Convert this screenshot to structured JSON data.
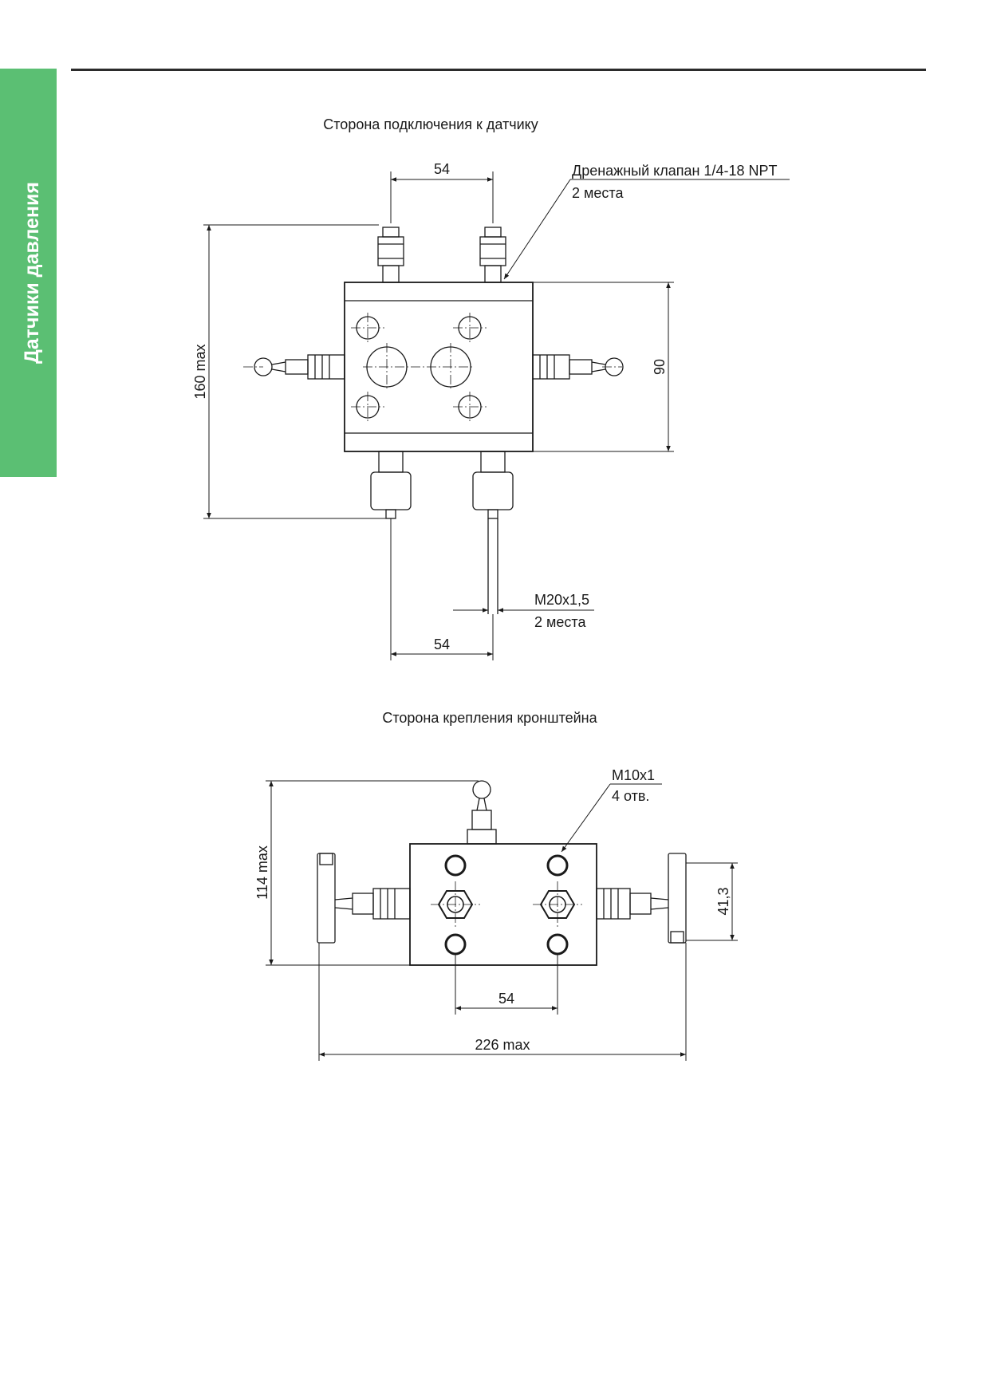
{
  "side_tab": {
    "label": "Датчики давления",
    "color": "#5bbf73",
    "text_color": "#ffffff"
  },
  "view_top": {
    "caption": "Сторона подключения к датчику",
    "dim_top_spacing": "54",
    "drain_label": "Дренажный клапан 1/4-18 NPT",
    "drain_qty": "2 места",
    "dim_height_max": "160 max",
    "dim_body_height": "90",
    "thread_label": "M20x1,5",
    "thread_qty": "2 места",
    "dim_bottom_spacing": "54"
  },
  "view_bottom": {
    "caption": "Сторона крепления кронштейна",
    "hole_label": "M10x1",
    "hole_qty": "4 отв.",
    "dim_height_max": "114 max",
    "dim_handle": "41,3",
    "dim_hole_spacing": "54",
    "dim_width_max": "226 max"
  }
}
